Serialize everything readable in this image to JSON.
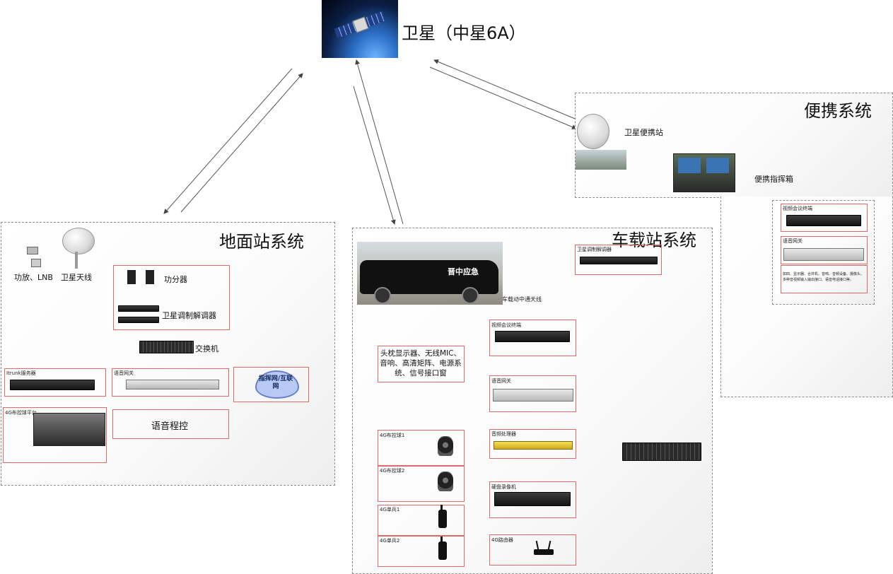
{
  "satellite": {
    "label": "卫星（中星6A）"
  },
  "zones": {
    "ground": {
      "title": "地面站系统"
    },
    "vehicle": {
      "title": "车载站系统"
    },
    "portable": {
      "title": "便携系统"
    }
  },
  "ground": {
    "amp_lnb": "功放、LNB",
    "antenna": "卫星天线",
    "splitter": "功分器",
    "modem": "卫星调制解调器",
    "switch": "交换机",
    "itrunk": "Itrunk服务器",
    "voice_gw": "语音网关",
    "network": "指挥网/互联网",
    "platform": "4G布控球平台",
    "voice_ctrl": "语音程控"
  },
  "vehicle": {
    "antenna": "车载动中通天线",
    "car_text": "晋中应急",
    "modem": "卫星调制解调器",
    "equipment": "头枕显示器、无线MIC、音响、高清矩阵、电源系统、信号接口窗",
    "video_conf": "视频会议终端",
    "voice_gw": "语音网关",
    "audio_proc": "音频处理器",
    "dvr": "硬盘录像机",
    "router": "4G路由器",
    "cam1": "4G布控球1",
    "cam2": "4G布控球2",
    "soldier1": "4G单兵1",
    "soldier2": "4G单兵2"
  },
  "portable": {
    "station": "卫星便携站",
    "command_box": "便携指挥箱",
    "video_conf": "视频会议终端",
    "voice_gw": "语音网关",
    "note": "如四、显示器、合并机、音响、音频设备、摄像头、多种音视频输入输出接口、语音电话接口等。"
  }
}
